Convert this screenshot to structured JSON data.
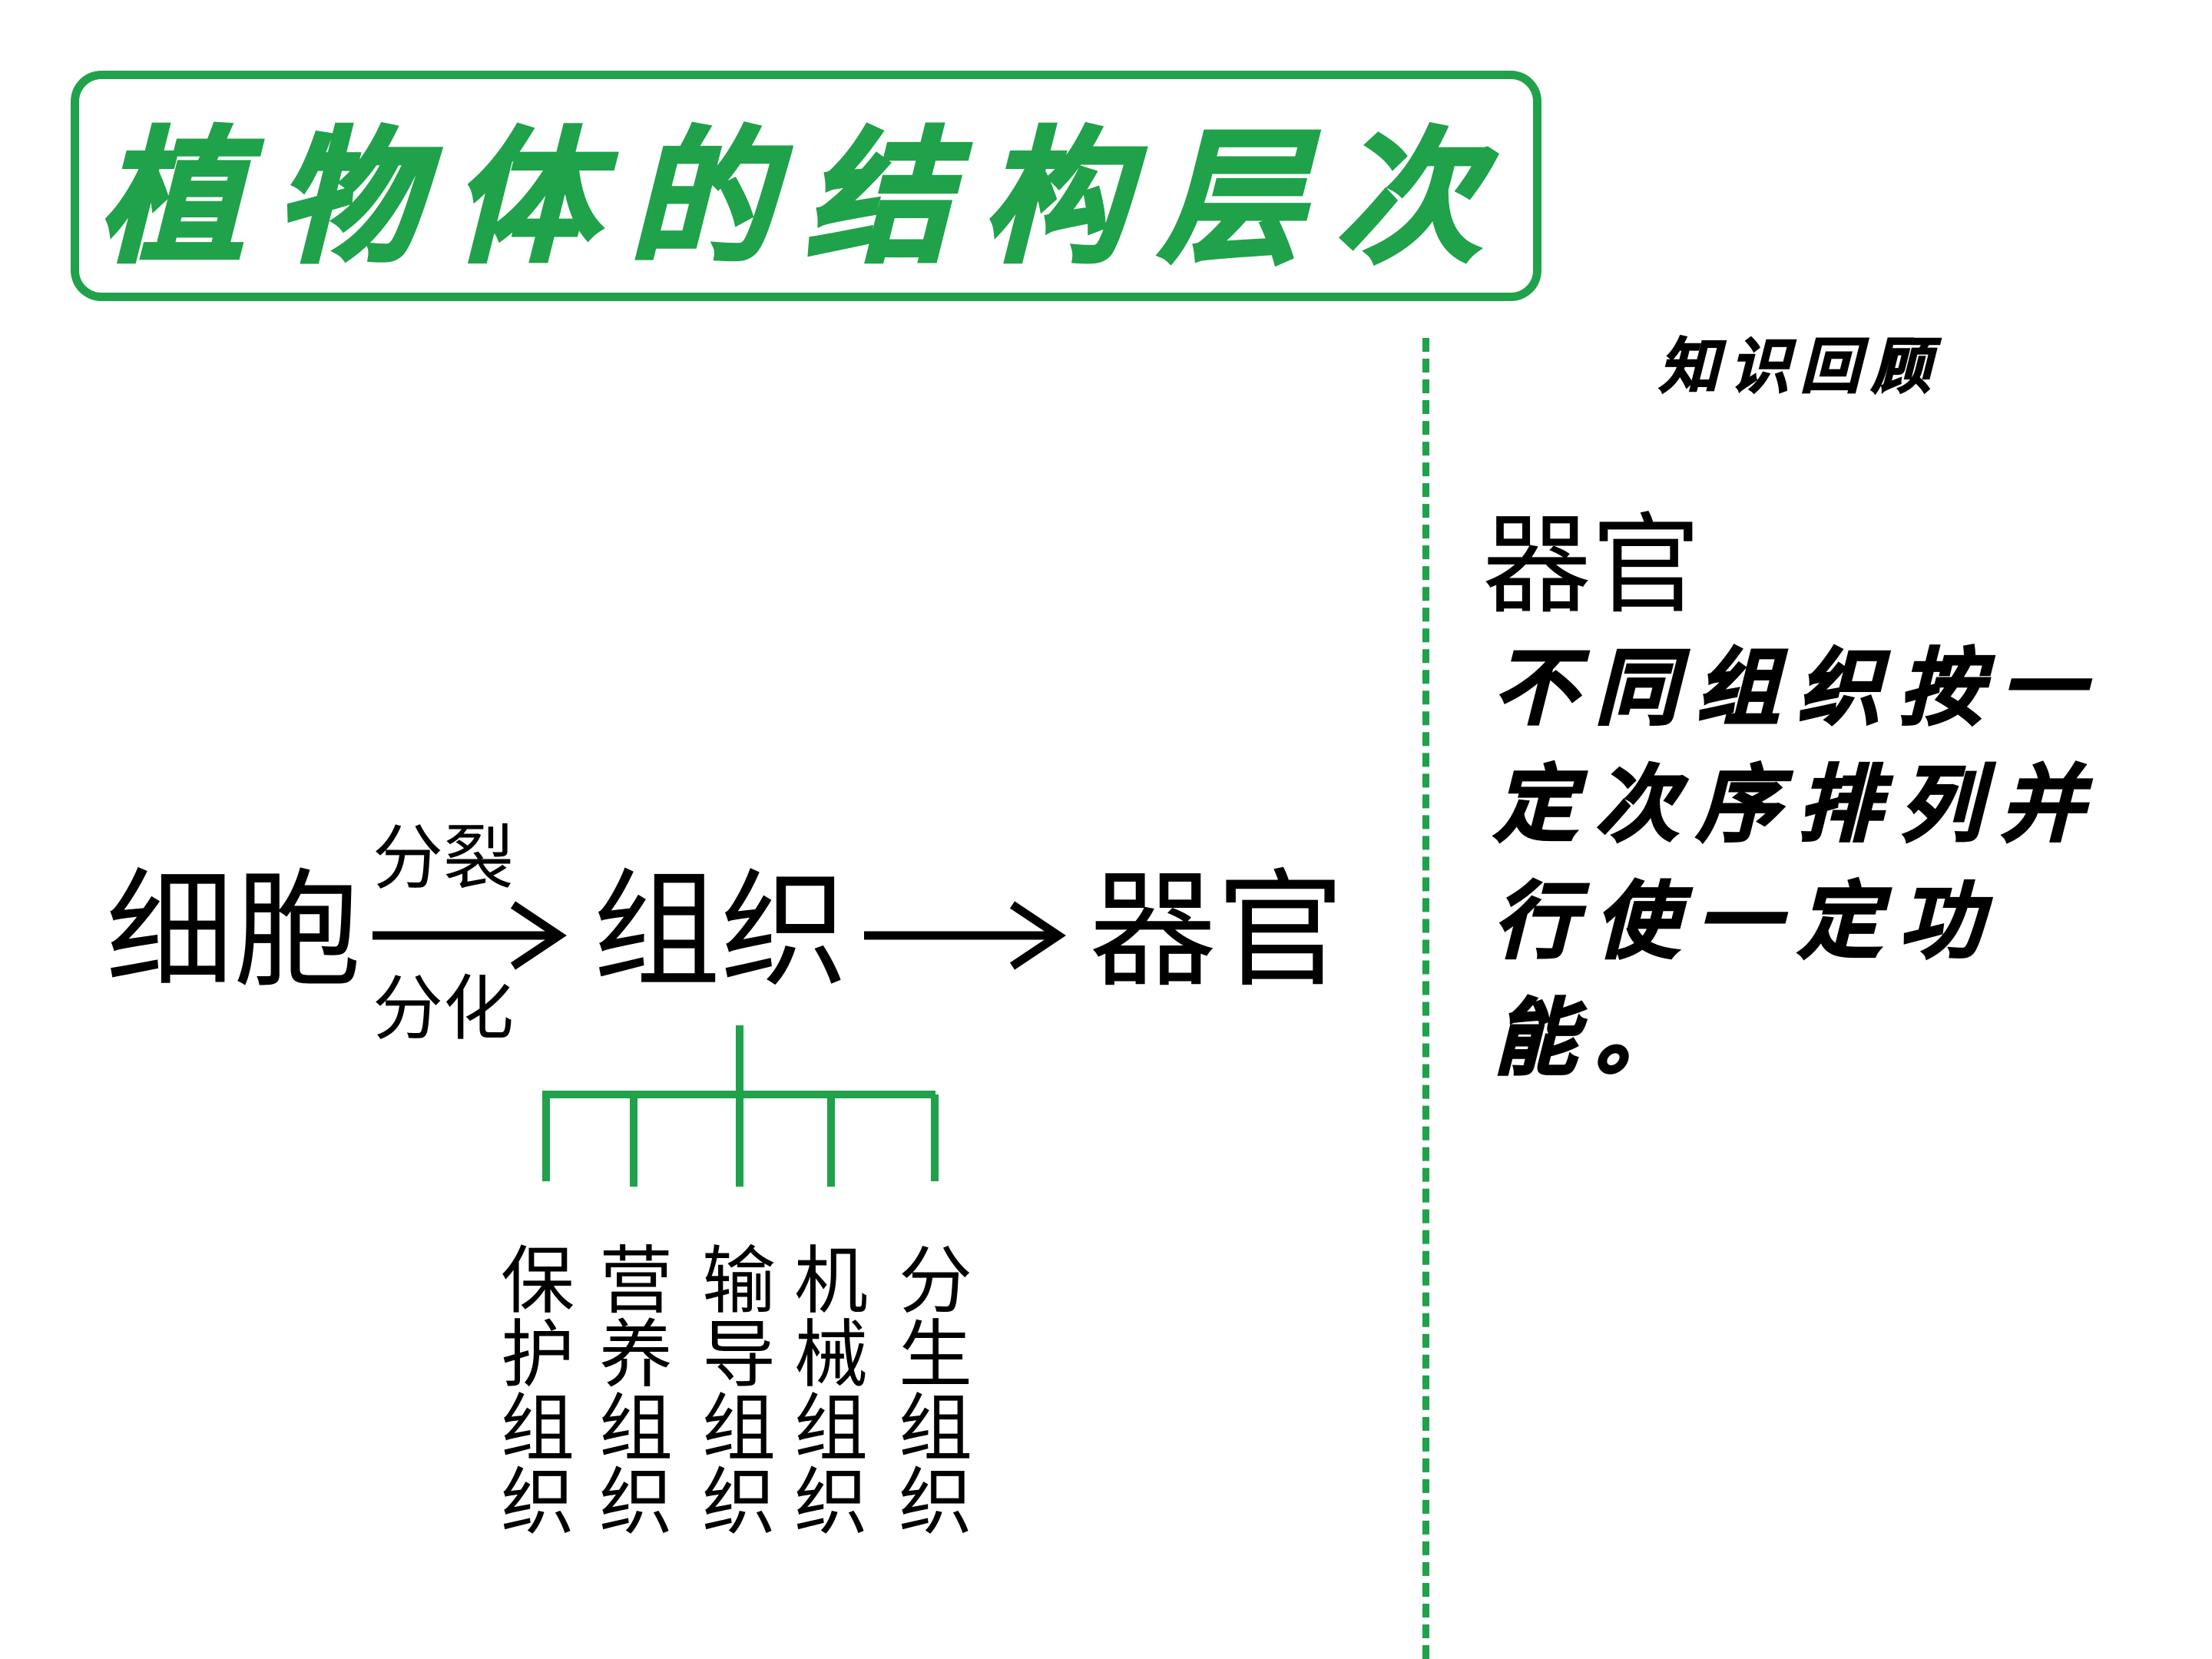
{
  "title": "植物体的结构层次",
  "colors": {
    "accent": "#1fa24a",
    "text": "#000000"
  },
  "review": {
    "heading": "知识回顾",
    "term": "器官",
    "definition": "不同组织按一定次序排列并行使一定功能。"
  },
  "flow": {
    "cell": "细胞",
    "tissue": "组织",
    "organ": "器官",
    "arrow_top_label": "分裂",
    "arrow_bottom_label": "分化"
  },
  "tissue_types": [
    "保护组织",
    "营养组织",
    "输导组织",
    "机械组织",
    "分生组织"
  ]
}
